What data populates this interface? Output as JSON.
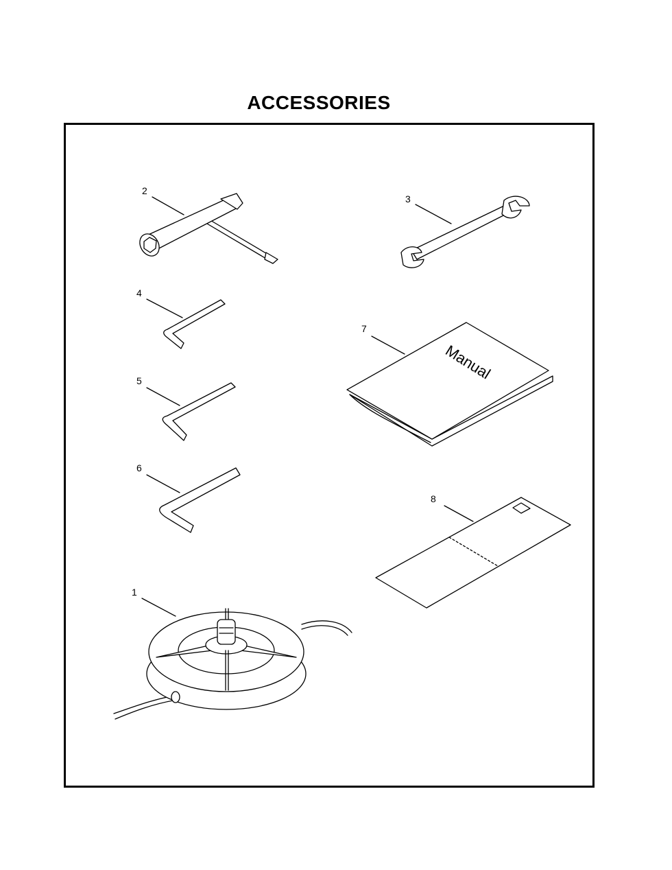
{
  "title": "ACCESSORIES",
  "items": [
    {
      "number": "1",
      "part": "trimmer-head"
    },
    {
      "number": "2",
      "part": "spark-plug-wrench"
    },
    {
      "number": "3",
      "part": "open-end-wrench"
    },
    {
      "number": "4",
      "part": "hex-key-small"
    },
    {
      "number": "5",
      "part": "hex-key-medium"
    },
    {
      "number": "6",
      "part": "hex-key-large"
    },
    {
      "number": "7",
      "part": "manual",
      "cover_text": "Manual"
    },
    {
      "number": "8",
      "part": "sheet"
    }
  ]
}
